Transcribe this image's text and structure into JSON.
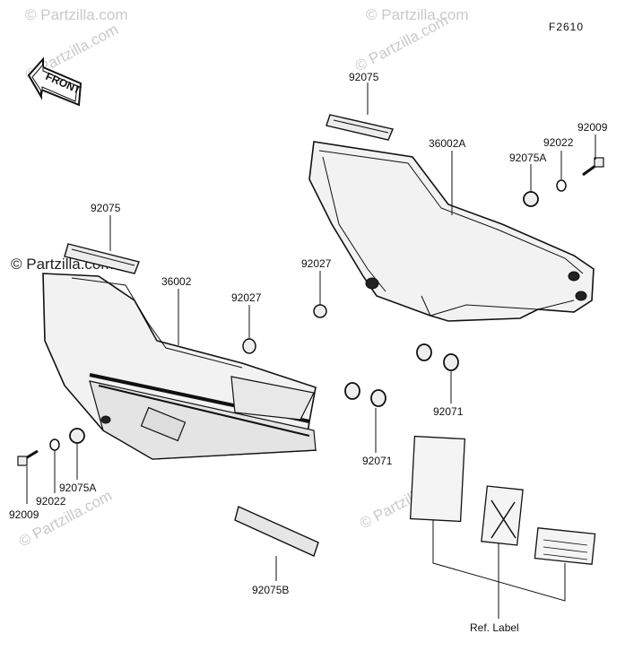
{
  "figure_code": "F2610",
  "watermark_text": "© Partzilla.com",
  "front_arrow_label": "FRONT",
  "ref_label": "Ref. Label",
  "part_numbers": {
    "left_cover": "36002",
    "right_cover": "36002A",
    "left_seal": "92075",
    "right_seal": "92075",
    "left_grommet_top": "92027",
    "right_grommet": "92027",
    "left_dampers": "92071",
    "right_dampers": "92071",
    "left_bolt": "92009",
    "right_bolt": "92009",
    "left_washer": "92022",
    "right_washer": "92022",
    "left_damper_small": "92075A",
    "right_damper_small": "92075A",
    "pad": "92075B"
  }
}
